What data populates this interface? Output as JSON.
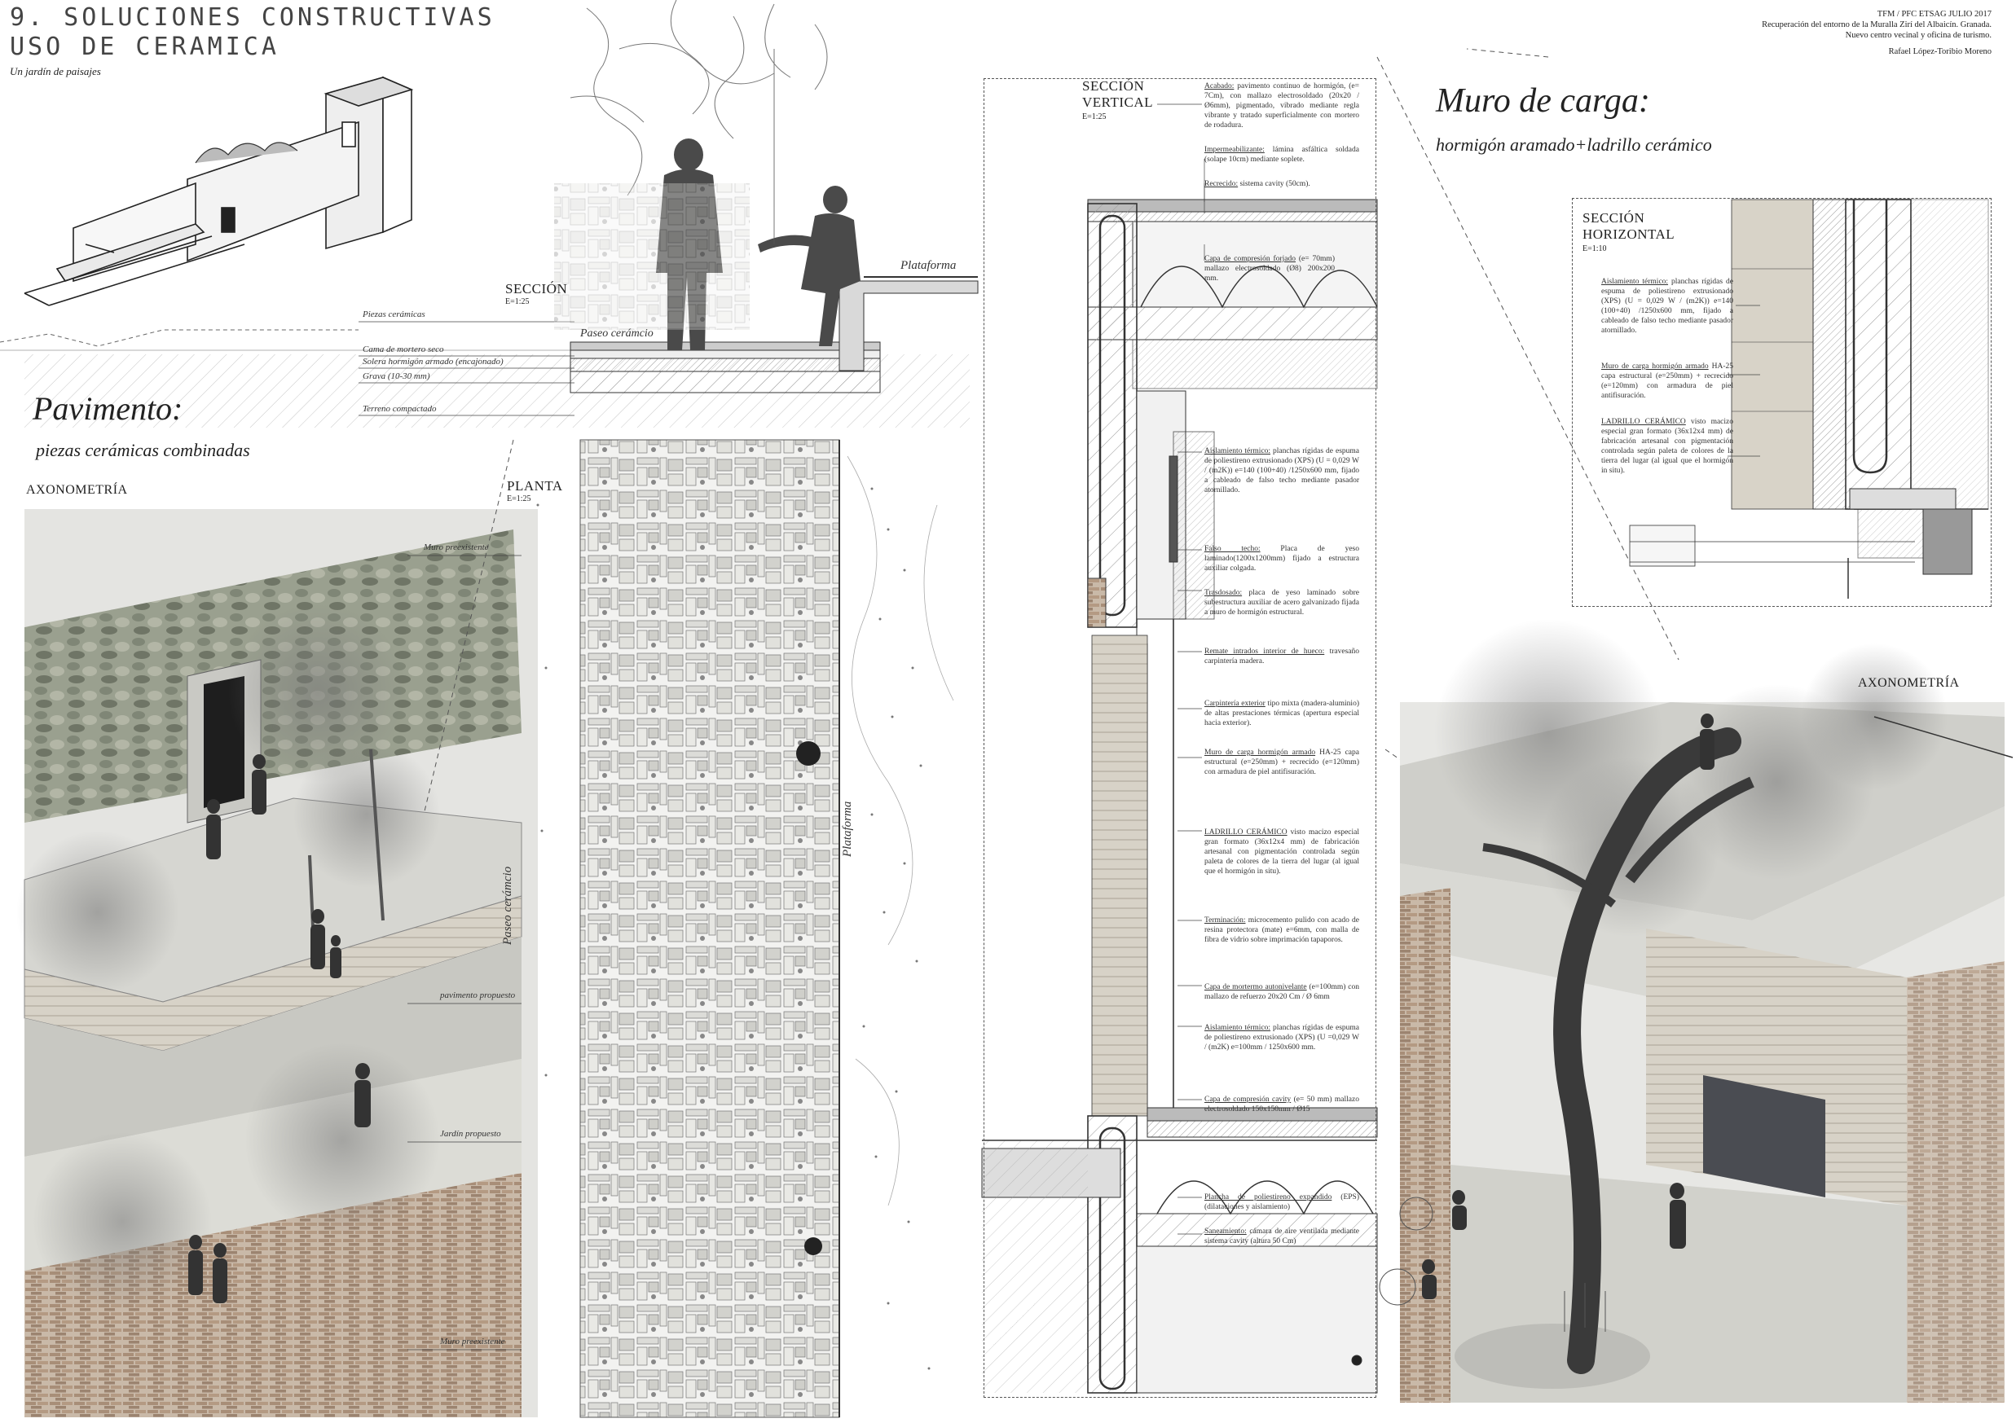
{
  "header": {
    "title_line1": "9. SOLUCIONES CONSTRUCTIVAS",
    "title_line2": "USO DE CERAMICA",
    "subtitle": "Un jardín de paisajes",
    "meta_line1": "TFM / PFC     ETSAG     JULIO 2017",
    "meta_line2": "Recuperación del entorno de la Muralla Zirí del Albaicín. Granada.",
    "meta_line3": "Nuevo centro vecinal y oficina de turismo.",
    "author": "Rafael López-Toribio Moreno"
  },
  "pavimento": {
    "heading": "Pavimento:",
    "subheading": "piezas cerámicas combinadas",
    "axonometria": "AXONOMETRÍA",
    "labels": [
      "Muro preexistente",
      "pavimento propuesto",
      "Jardín propuesto",
      "Muro preexistente"
    ]
  },
  "seccion": {
    "title": "SECCIÓN",
    "scale": "E=1:25",
    "layers": [
      "Piezas cerámicas",
      "Cama de mortero seco",
      "Solera hormigón armado (encajonado)",
      "Grava (10-30 mm)",
      "Terreno compactado"
    ],
    "paseo": "Paseo cerámcio",
    "plataforma": "Plataforma"
  },
  "planta": {
    "title": "PLANTA",
    "scale": "E=1:25",
    "paseo": "Paseo cerámcio",
    "plataforma": "Plataforma"
  },
  "seccion_vertical": {
    "title_l1": "SECCIÓN",
    "title_l2": "VERTICAL",
    "scale": "E=1:25",
    "notes": [
      {
        "head": "Acabado:",
        "text": " pavimento continuo de hormigón, (e= 7Cm), con mallazo electrosoldado (20x20 / Ø6mm), pigmentado, vibrado mediante regla vibrante y tratado superficialmente con mortero de rodadura."
      },
      {
        "head": "Impermeabilizante:",
        "text": " lámina asfáltica soldada (solape 10cm) mediante soplete."
      },
      {
        "head": "Recrecido:",
        "text": " sistema cavity (50cm)."
      },
      {
        "head": "Capa de compresión forjado",
        "text": " (e= 70mm) mallazo electrosoldado (Ø8) 200x200 mm."
      },
      {
        "head": "Aislamiento térmico:",
        "text": " planchas rígidas de espuma de poliestireno extrusionado (XPS) (U = 0,029 W / (m2K)) e=140 (100+40) /1250x600 mm, fijado a cableado de falso techo mediante pasador atornillado."
      },
      {
        "head": "Falso techo:",
        "text": " Placa de yeso laminado(1200x1200mm) fijado a estructura auxiliar colgada."
      },
      {
        "head": "Trasdosado:",
        "text": " placa de yeso laminado sobre subestructura auxiliar de acero galvanizado fijada a muro de hormigón estructural."
      },
      {
        "head": "Remate intrados interior de hueco:",
        "text": " travesaño carpintería madera."
      },
      {
        "head": "Carpintería exterior",
        "text": " tipo mixta (madera-aluminio) de altas prestaciones térmicas (apertura especial hacia exterior)."
      },
      {
        "head": "Muro de carga hormigón armado",
        "text": " HA-25 capa estructural (e=250mm) + recrecido (e=120mm) con armadura de piel antifisuración."
      },
      {
        "head": "LADRILLO CERÁMICO",
        "text": " visto macizo especial gran formato (36x12x4 mm) de fabricación artesanal con pigmentación controlada según paleta de colores de la tierra del lugar (al igual que el hormigón in situ)."
      },
      {
        "head": "Terminación:",
        "text": " microcemento pulido con acado de resina protectora (mate) e=6mm, con malla de fibra de vidrio sobre imprimación tapaporos."
      },
      {
        "head": "Capa de mortermo autonivelante",
        "text": " (e=100mm) con mallazo de refuerzo 20x20 Cm / Ø 6mm"
      },
      {
        "head": "Aislamiento térmico:",
        "text": " planchas rígidas de espuma de poliestireno extrusionado (XPS) (U =0,029 W / (m2K) e=100mm / 1250x600 mm."
      },
      {
        "head": "Capa de compresión cavity",
        "text": " (e= 50 mm) mallazo electrosoldado 150x150mm / Ø15"
      },
      {
        "head": "Plancha de poliestireno expandido",
        "text": " (EPS) (dilataciones y aislamiento)"
      },
      {
        "head": "Saneamiento:",
        "text": " cámara de aire ventilada mediante sistema cavity (altura 50 Cm)"
      }
    ]
  },
  "muro": {
    "heading": "Muro de carga:",
    "subheading": "hormigón aramado+ladrillo cerámico",
    "seccion_h_l1": "SECCIÓN",
    "seccion_h_l2": "HORIZONTAL",
    "scale": "E=1:10",
    "axonometria": "AXONOMETRÍA",
    "notes": [
      {
        "head": "Aislamiento térmico:",
        "text": " planchas rígidas de espuma de poliestireno extrusionado (XPS) (U = 0,029 W / (m2K)) e=140 (100+40) /1250x600 mm, fijado a cableado de falso techo mediante pasador atornillado."
      },
      {
        "head": "Muro de carga hormigón armado",
        "text": " HA-25 capa estructural (e=250mm) + recrecido (e=120mm) con armadura de piel antifisuración."
      },
      {
        "head": "LADRILLO CERÁMICO",
        "text": " visto macizo especial gran formato (36x12x4 mm) de fabricación artesanal con pigmentación controlada según paleta de colores de la tierra del lugar (al igual que el hormigón in situ)."
      }
    ]
  }
}
